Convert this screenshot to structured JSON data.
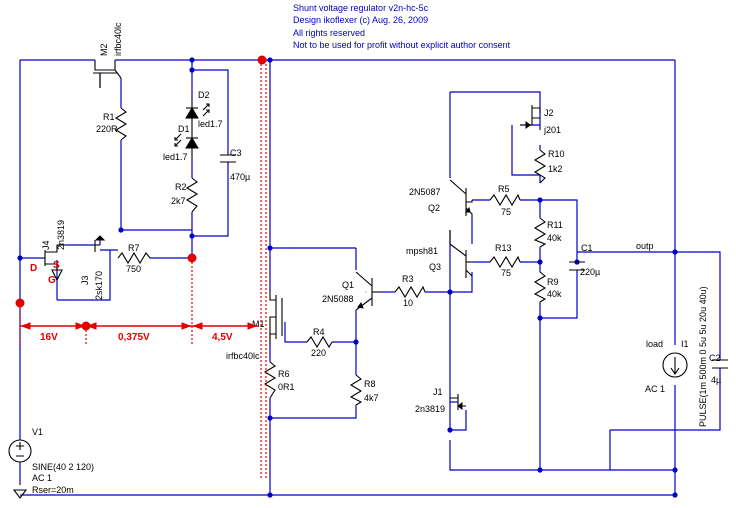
{
  "header": [
    "Shunt voltage regulator v2n-hc-5c",
    "Design ikoflexer (c) Aug. 26, 2009",
    "All rights reserved",
    "Not to be used for profit without explicit author consent"
  ],
  "net_outp": "outp",
  "components": {
    "m2": {
      "name": "M2",
      "part": "irfbc40lc"
    },
    "r1": {
      "name": "R1",
      "value": "220R"
    },
    "d2": {
      "name": "D2",
      "value": "led1.7"
    },
    "d1": {
      "name": "D1",
      "value": "led1.7"
    },
    "c3": {
      "name": "C3",
      "value": "470µ"
    },
    "r2": {
      "name": "R2",
      "value": "2k7"
    },
    "j4": {
      "name": "J4",
      "part": "2n3819"
    },
    "j3": {
      "name": "J3",
      "part": "2sk170"
    },
    "r7": {
      "name": "R7",
      "value": "750"
    },
    "v1": {
      "name": "V1",
      "line1": "SINE(40 2 120)",
      "line2": "AC 1",
      "line3": "Rser=20m"
    },
    "m1": {
      "name": "M1",
      "part": "irfbc40lc"
    },
    "r6": {
      "name": "R6",
      "value": "0R1"
    },
    "r4": {
      "name": "R4",
      "value": "220"
    },
    "q1": {
      "name": "Q1",
      "part": "2N5088"
    },
    "r8": {
      "name": "R8",
      "value": "4k7"
    },
    "r3": {
      "name": "R3",
      "value": "10"
    },
    "q2": {
      "name": "Q2",
      "part": "2N5087"
    },
    "q3": {
      "name": "Q3",
      "part": "mpsh81"
    },
    "r5": {
      "name": "R5",
      "value": "75"
    },
    "r13": {
      "name": "R13",
      "value": "75"
    },
    "j2": {
      "name": "J2",
      "part": "j201"
    },
    "r10": {
      "name": "R10",
      "value": "1k2"
    },
    "r11": {
      "name": "R11",
      "value": "40k"
    },
    "r9": {
      "name": "R9",
      "value": "40k"
    },
    "c1": {
      "name": "C1",
      "value": "220µ"
    },
    "j1": {
      "name": "J1",
      "part": "2n3819"
    },
    "i1": {
      "name": "I1",
      "load": "load",
      "ac": "AC 1",
      "pulse": "PULSE(1m 500m 0 5u 5u 20u 40u)"
    },
    "c2": {
      "name": "C2",
      "value": "4µ"
    }
  },
  "annotations": {
    "v1": "16V",
    "v2": "0,375V",
    "v3": "4,5V",
    "d": "D",
    "s": "S",
    "g": "G"
  },
  "colors": {
    "wire": "#0000c8",
    "annotation": "#e00000",
    "component": "#000000"
  }
}
